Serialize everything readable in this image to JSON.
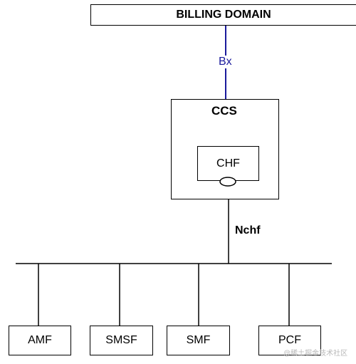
{
  "billing": {
    "label": "BILLING DOMAIN"
  },
  "bx": {
    "label": "Bx",
    "color": "#1a1a9c"
  },
  "ccs": {
    "label": "CCS"
  },
  "chf": {
    "label": "CHF"
  },
  "nchf": {
    "label": "Nchf"
  },
  "nodes": [
    {
      "label": "AMF"
    },
    {
      "label": "SMSF"
    },
    {
      "label": "SMF"
    },
    {
      "label": "PCF"
    }
  ],
  "watermark": {
    "text": "@稀土掘金技术社区"
  }
}
